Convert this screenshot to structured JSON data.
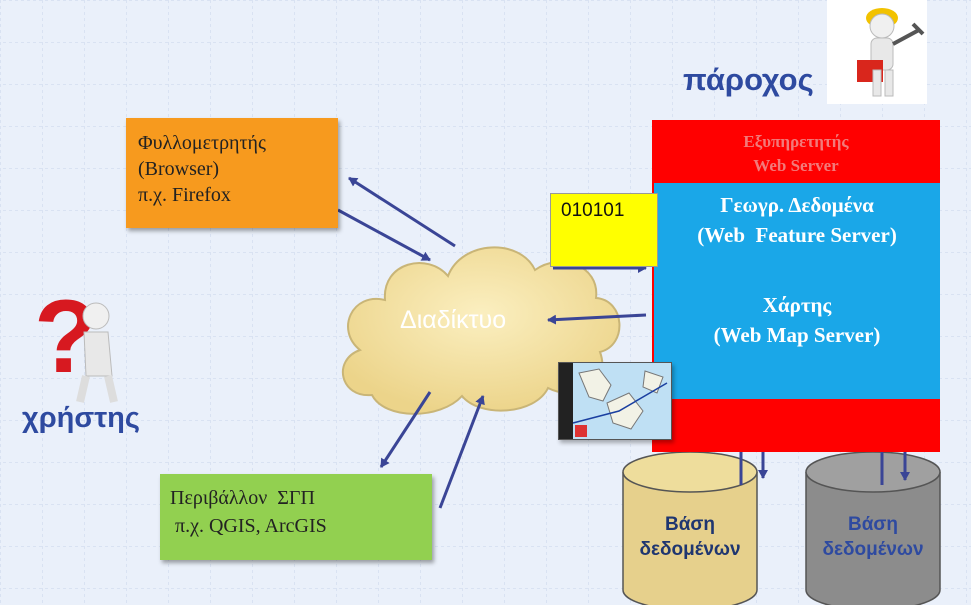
{
  "provider": {
    "label": "πάροχος",
    "icon": "worker-with-tools-icon"
  },
  "user": {
    "label": "χρήστης",
    "icon": "confused-person-question-mark-icon"
  },
  "browser_box": {
    "line1": "Φυλλομετρητής",
    "line2": "(Browser)",
    "line3": "π.χ. Firefox",
    "color": "#f79a1e"
  },
  "gis_box": {
    "line1": "Περιβάλλον  ΣΓΠ",
    "line2": " π.χ. QGIS, ArcGIS",
    "color": "#92d050"
  },
  "internet_cloud": {
    "label": "Διαδίκτυο",
    "color": "#f8e7a0"
  },
  "data_note": {
    "text": "010101",
    "color": "#ffff00"
  },
  "server": {
    "header_line1": "Εξυπηρετητής",
    "header_line2": "Web Server",
    "wfs_line1": "Γεωγρ. Δεδομένα",
    "wfs_line2": "(Web  Feature Server)",
    "wms_line1": "Χάρτης",
    "wms_line2": "(Web Map Server)",
    "outer_color": "#ff0000",
    "inner_color": "#1aa7e8"
  },
  "databases": [
    {
      "line1": "Βάση",
      "line2": "δεδομένων",
      "color": "#e6d08c"
    },
    {
      "line1": "Βάση",
      "line2": "δεδομένων",
      "color": "#8c8c8c"
    }
  ],
  "map_thumbnail": {
    "icon": "map-screenshot-icon"
  },
  "colors": {
    "arrow": "#3a4596",
    "label_blue": "#2e4aa0"
  }
}
